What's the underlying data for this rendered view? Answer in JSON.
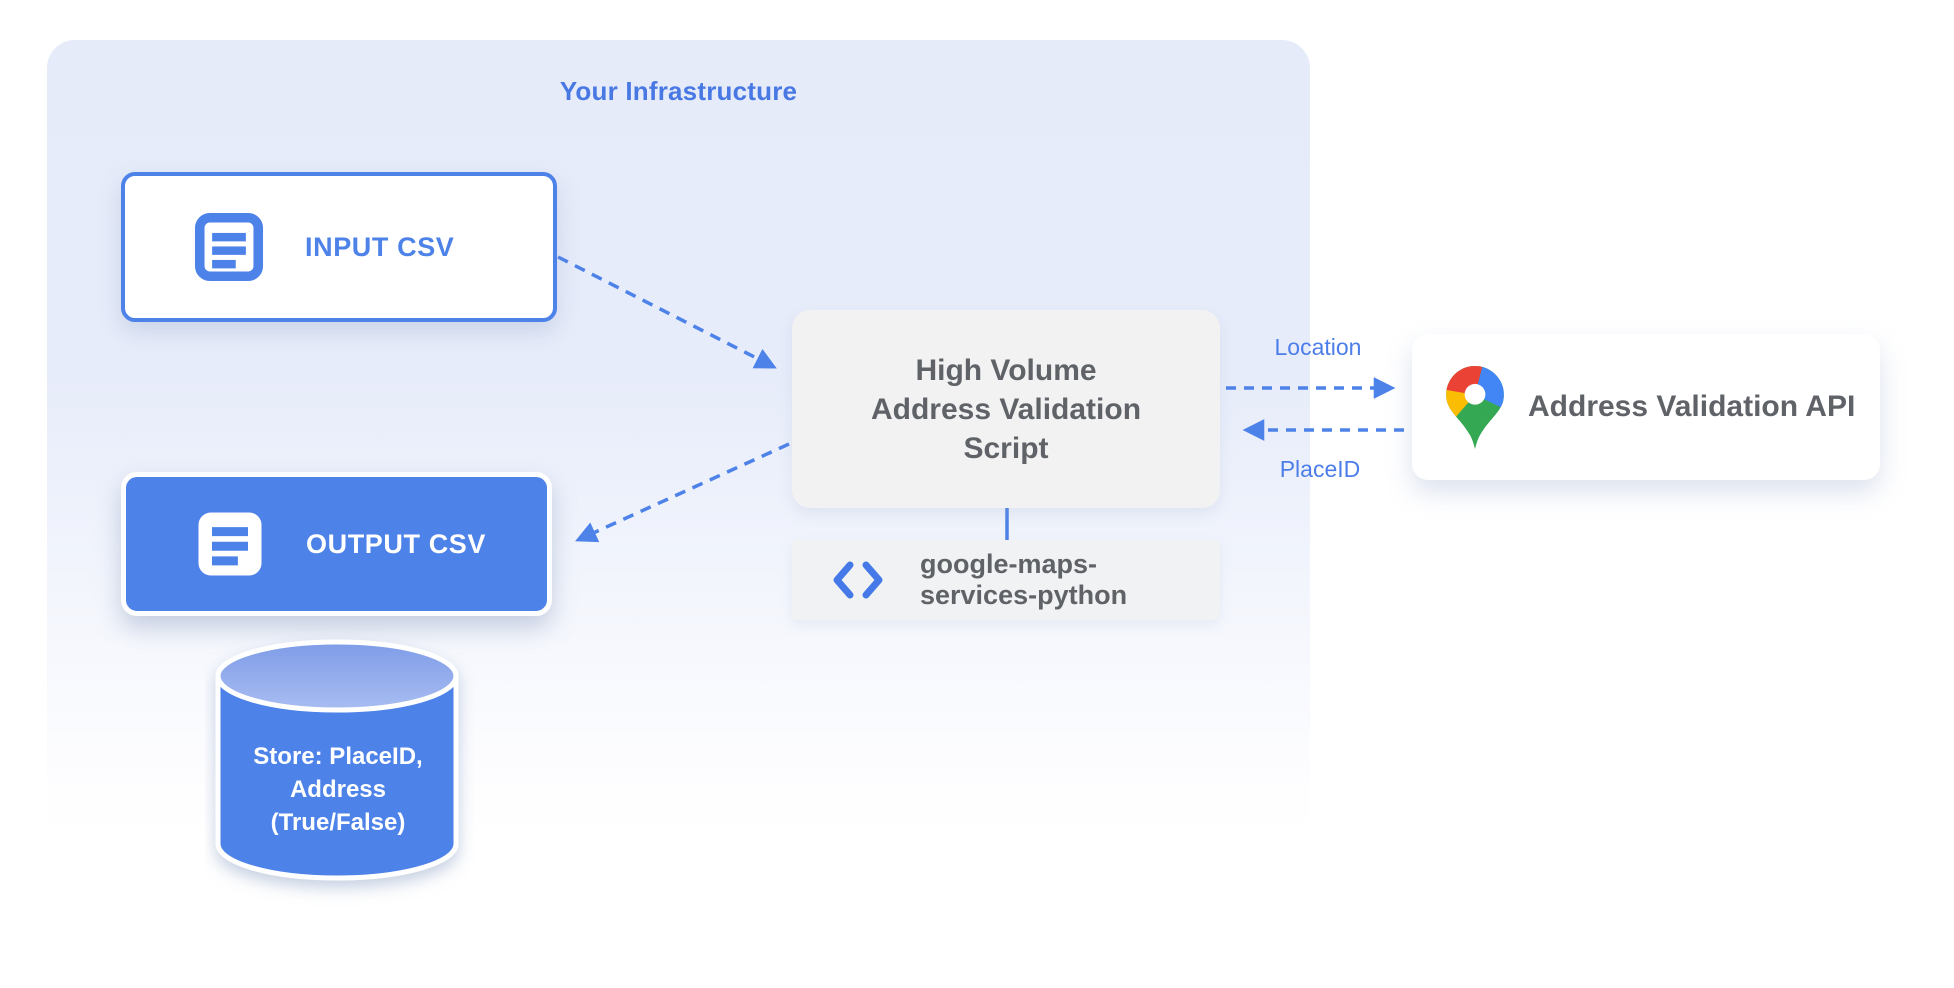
{
  "title": "Your Infrastructure",
  "nodes": {
    "input_csv": {
      "label": "INPUT CSV"
    },
    "output_csv": {
      "label": "OUTPUT CSV"
    },
    "datastore": {
      "line1": "Store: PlaceID,",
      "line2": "Address",
      "line3": "(True/False)"
    },
    "script": {
      "line1": "High Volume",
      "line2": "Address Validation",
      "line3": "Script"
    },
    "library": {
      "line1": "google-maps-",
      "line2": "services-python"
    },
    "api": {
      "label": "Address Validation API"
    }
  },
  "edges": {
    "location_label": "Location",
    "placeid_label": "PlaceID"
  },
  "icons": {
    "input_csv": "document-icon",
    "output_csv": "document-icon",
    "library": "code-brackets-icon",
    "api": "google-maps-pin-icon"
  },
  "colors": {
    "accent_blue": "#4d82e9",
    "container_fill": "#e6ebf9",
    "gray_box_fill": "#f2f2f3",
    "dark_gray_text": "#5f6368",
    "cylinder_top": "#8fa9ea",
    "pin_red": "#ea4335",
    "pin_blue": "#4285f4",
    "pin_yellow": "#fbbc04",
    "pin_green": "#34a853"
  }
}
